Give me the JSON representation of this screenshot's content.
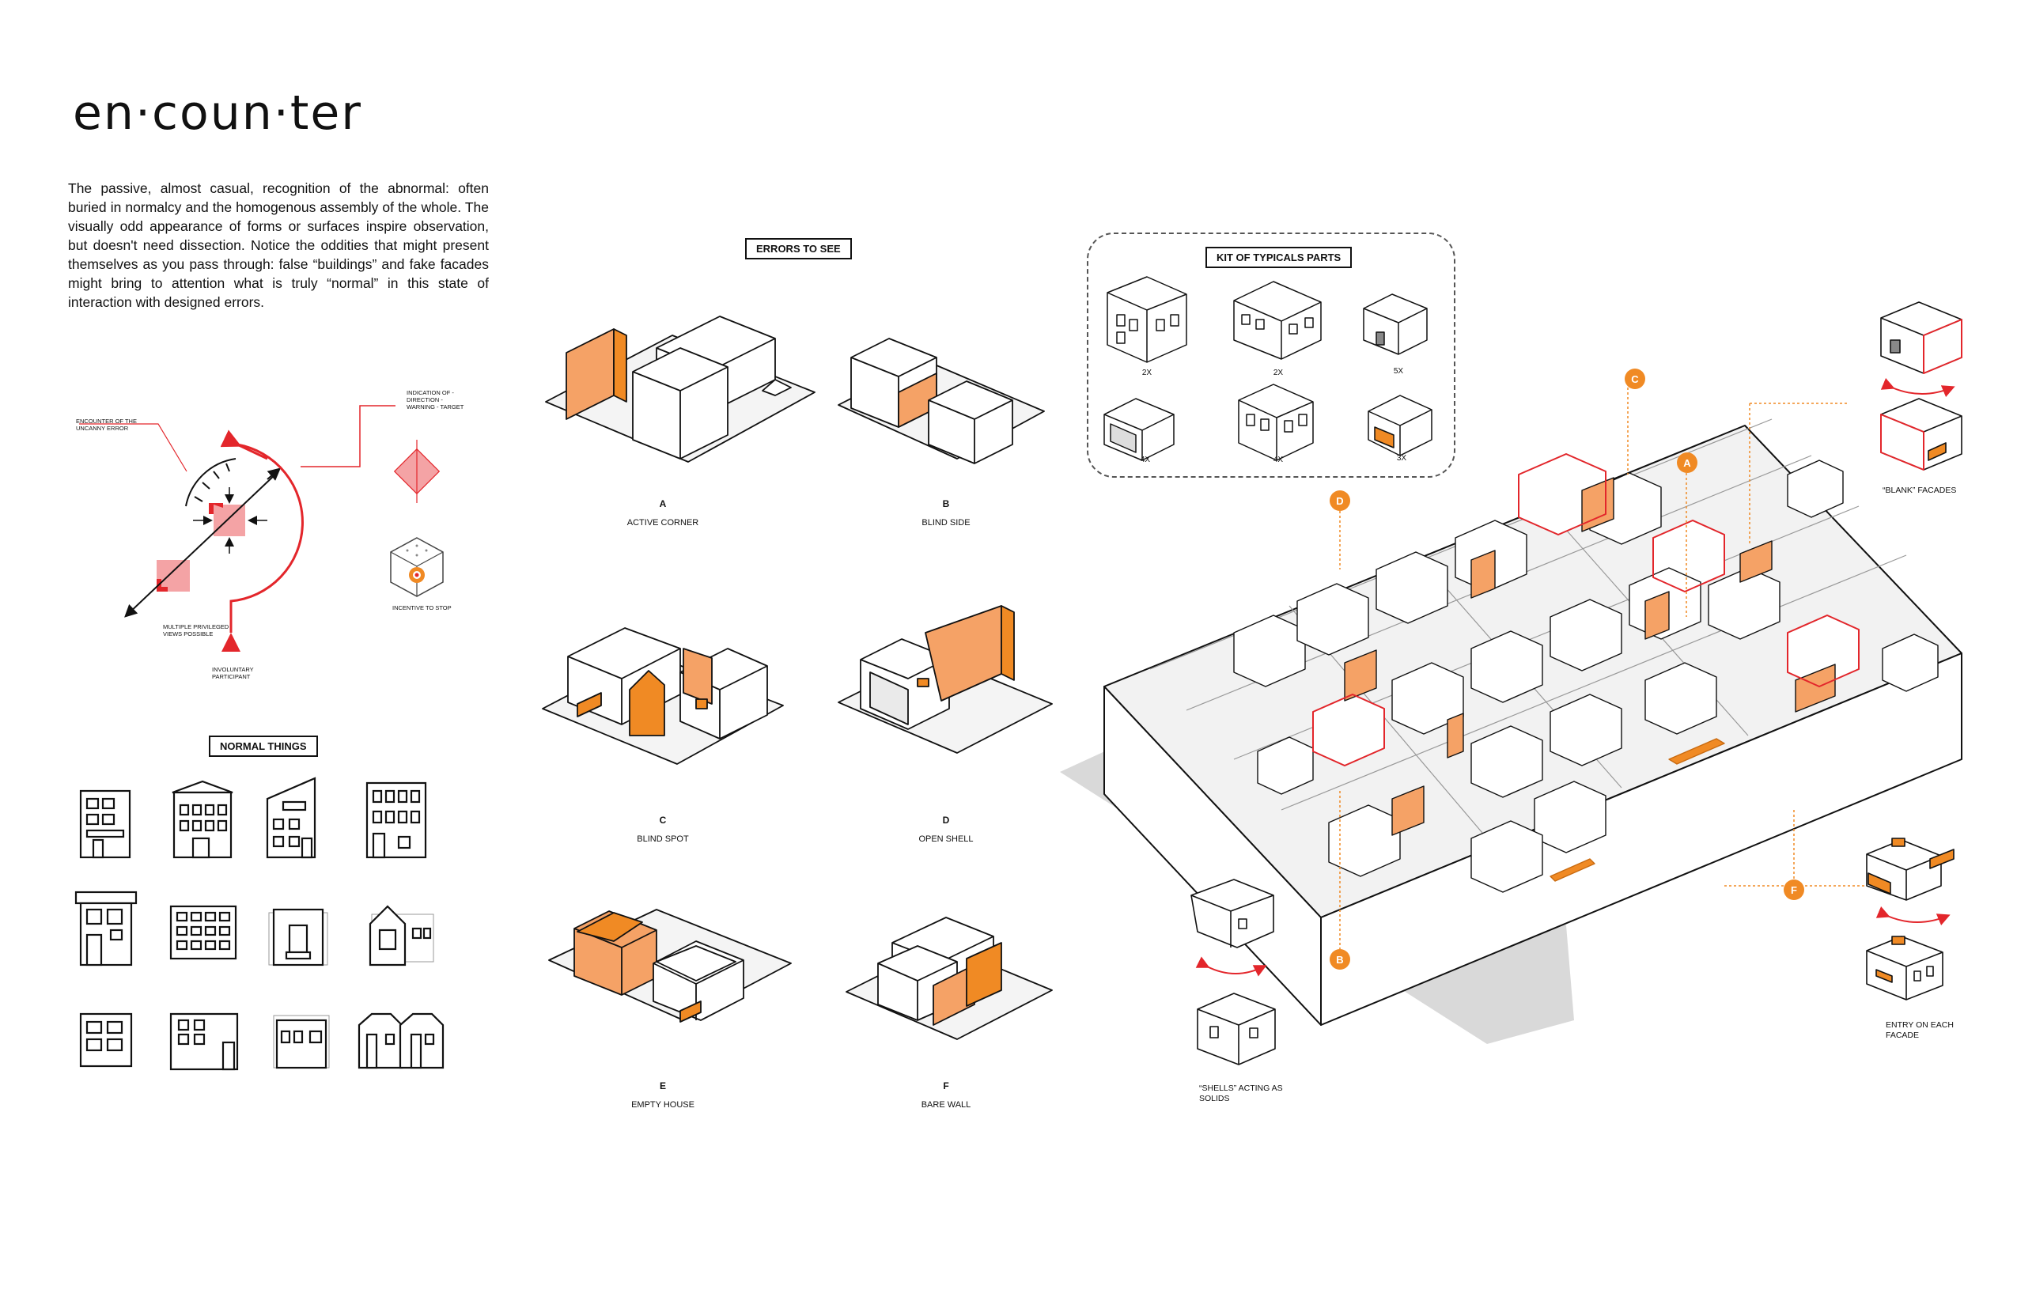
{
  "title": "en·coun·ter",
  "intro": "The passive, almost casual, recognition of the abnormal: often buried in normalcy and the homogenous assembly of the whole. The visually odd appearance of forms or surfaces inspire observation, but doesn't need dissection. Notice the oddities that might present themselves as you pass through: false “buildings” and fake facades might bring to attention what is truly “normal” in this state of interaction with designed errors.",
  "diagram": {
    "encounter_label": "ENCOUNTER OF THE UNCANNY ERROR",
    "views_label": "MULTIPLE PRIVILEGED VIEWS POSSIBLE",
    "participant_label": "INVOLUNTARY PARTICIPANT",
    "indication_label": "INDICATION OF - DIRECTION - WARNING - TARGET",
    "incentive_label": "INCENTIVE TO STOP"
  },
  "normal_things": {
    "heading": "NORMAL THINGS"
  },
  "errors": {
    "heading": "ERRORS TO SEE",
    "items": [
      {
        "letter": "A",
        "label": "ACTIVE CORNER"
      },
      {
        "letter": "B",
        "label": "BLIND SIDE"
      },
      {
        "letter": "C",
        "label": "BLIND SPOT"
      },
      {
        "letter": "D",
        "label": "OPEN SHELL"
      },
      {
        "letter": "E",
        "label": "EMPTY HOUSE"
      },
      {
        "letter": "F",
        "label": "BARE WALL"
      }
    ]
  },
  "kit": {
    "heading": "KIT OF TYPICALS PARTS",
    "counts": [
      "2X",
      "2X",
      "5X",
      "4X",
      "4X",
      "3X"
    ]
  },
  "badges": [
    "A",
    "B",
    "C",
    "D",
    "F"
  ],
  "side_labels": {
    "blank": "“BLANK” FACADES",
    "shells": "“SHELLS” ACTING AS SOLIDS",
    "entry": "ENTRY ON EACH FACADE"
  },
  "colors": {
    "accent": "#f08a24",
    "accent_light": "#f5a266",
    "red": "#e3262b",
    "pink": "#f4a3a5"
  }
}
